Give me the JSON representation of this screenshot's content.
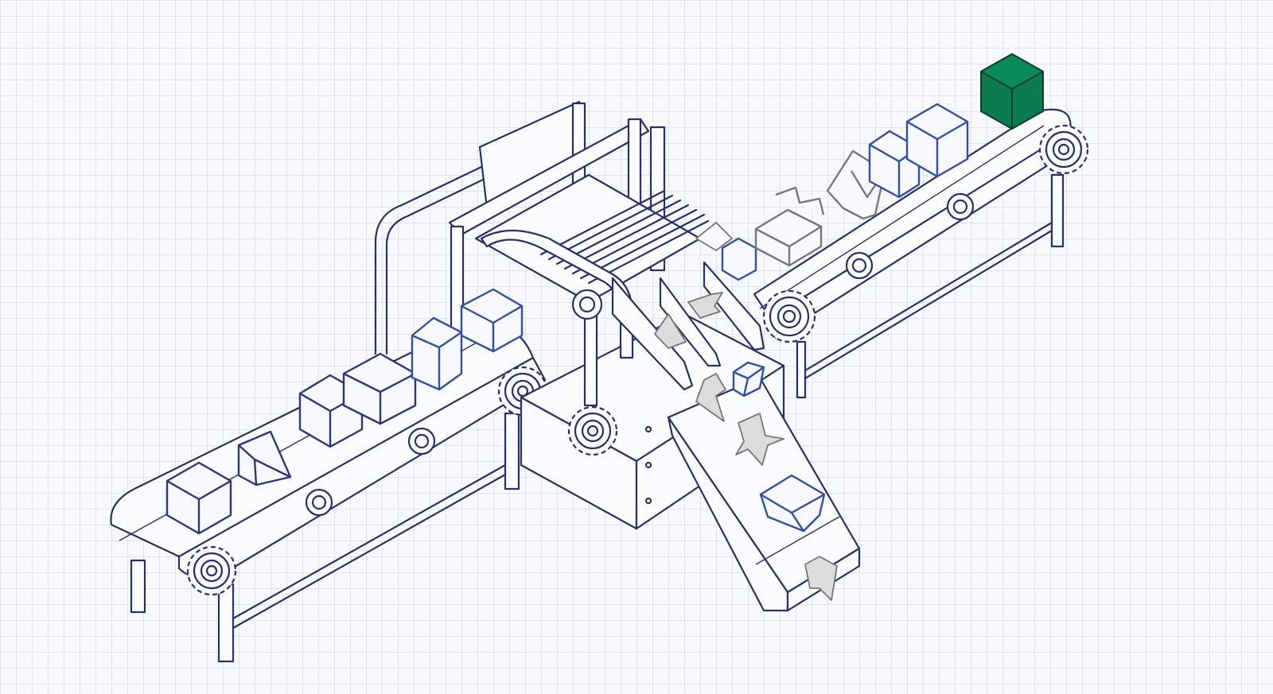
{
  "colors": {
    "line": "#2a2f6b",
    "box_blue": "#2f4fa8",
    "box_navy": "#2e3580",
    "highlight_box": "#0a7a50",
    "fragment_fill": "#dcdcdc",
    "fragment_stroke": "#777777",
    "grid": "#dde3ef",
    "background": "#f7f9fd"
  },
  "icons": [
    "conveyor-belt",
    "sorting-machine",
    "gear-icon",
    "box-icon",
    "broken-box-fragment",
    "reject-chute"
  ]
}
